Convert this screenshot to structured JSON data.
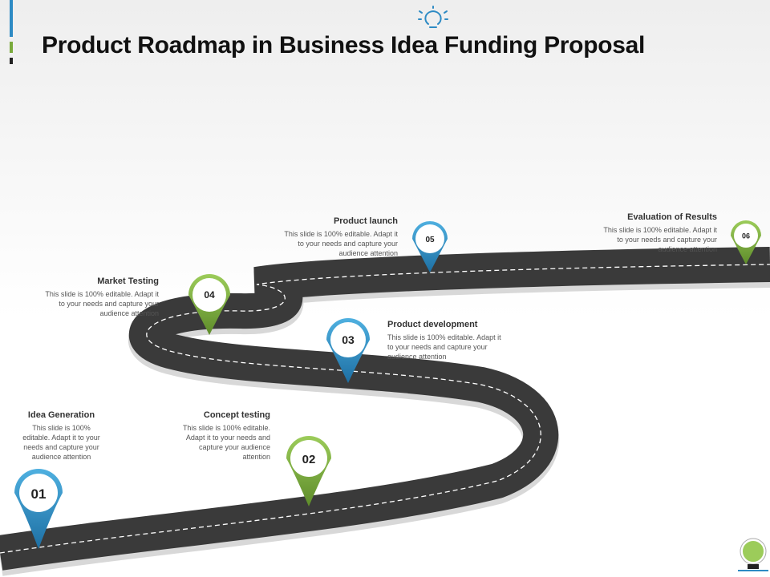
{
  "title": "Product Roadmap in Business Idea Funding Proposal",
  "colors": {
    "blue": "#2e8bc4",
    "green": "#7aaa3c",
    "road": "#3a3a3a",
    "accent_bar": "#2e8bc4"
  },
  "steps": [
    {
      "number": "01",
      "title": "Idea Generation",
      "text": "This slide is 100% editable. Adapt it to your needs and capture your audience attention",
      "color": "blue"
    },
    {
      "number": "02",
      "title": "Concept testing",
      "text": "This slide is 100% editable. Adapt it to your needs and capture your audience attention",
      "color": "green"
    },
    {
      "number": "03",
      "title": "Product development",
      "text": "This slide is 100% editable. Adapt it to your needs and capture your audience attention",
      "color": "blue"
    },
    {
      "number": "04",
      "title": "Market Testing",
      "text": "This slide is 100% editable. Adapt it to your needs and capture your audience attention",
      "color": "green"
    },
    {
      "number": "05",
      "title": "Product launch",
      "text": "This slide is 100% editable. Adapt it to your needs and capture your audience attention",
      "color": "blue"
    },
    {
      "number": "06",
      "title": "Evaluation of Results",
      "text": "This slide is 100% editable. Adapt it to your needs and capture your audience attention",
      "color": "green"
    }
  ],
  "icons": {
    "top": "lightbulb-icon",
    "bottom": "lightbulb-icon"
  }
}
